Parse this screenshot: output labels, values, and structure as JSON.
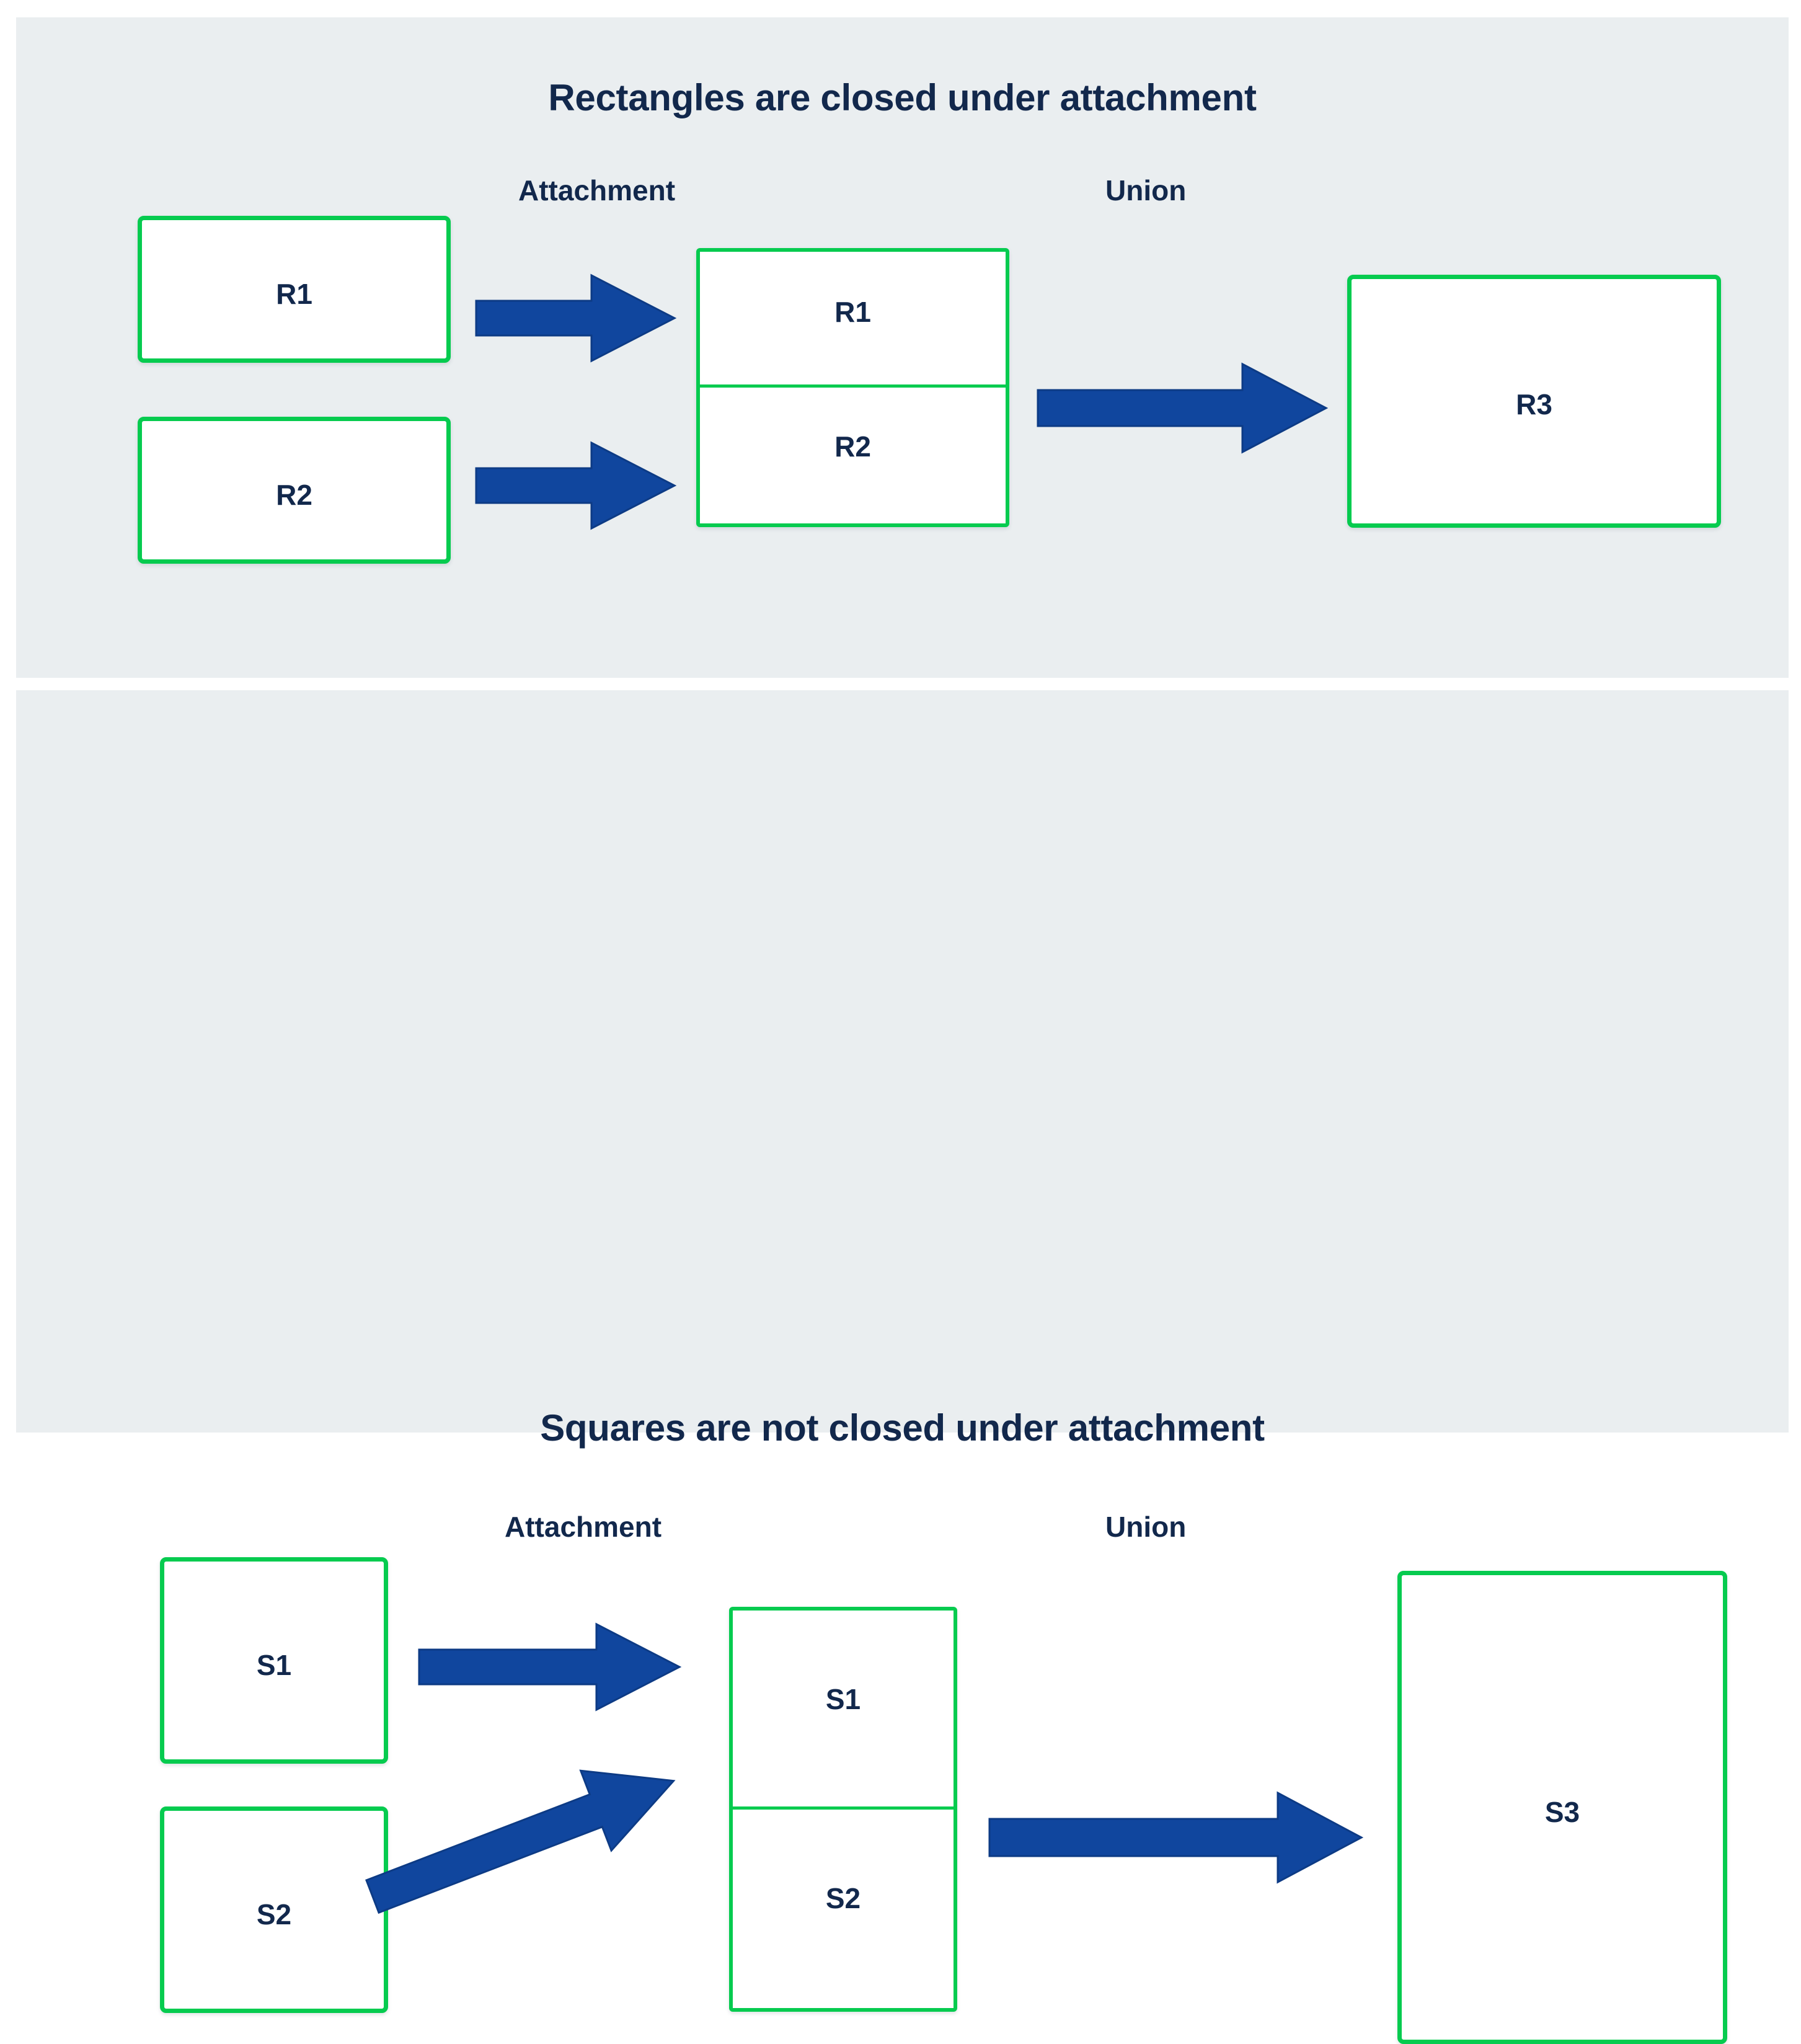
{
  "colors": {
    "panel_background": "#eaeef0",
    "page_background": "#ffffff",
    "shape_border_green": "#06cb4f",
    "shape_fill": "#ffffff",
    "arrow_blue": "#10469e",
    "text_navy": "#12284c"
  },
  "panels": [
    {
      "id": "rectangles",
      "title": "Rectangles are closed under attachment",
      "operations": {
        "attachment_label": "Attachment",
        "union_label": "Union"
      },
      "inputs": [
        {
          "label": "R1"
        },
        {
          "label": "R2"
        }
      ],
      "attached": {
        "upper_label": "R1",
        "lower_label": "R2"
      },
      "result": {
        "label": "R3"
      }
    },
    {
      "id": "squares",
      "title": "Squares are not closed under attachment",
      "operations": {
        "attachment_label": "Attachment",
        "union_label": "Union"
      },
      "inputs": [
        {
          "label": "S1"
        },
        {
          "label": "S2"
        }
      ],
      "attached": {
        "upper_label": "S1",
        "lower_label": "S2"
      },
      "result": {
        "label": "S3"
      }
    }
  ],
  "icons": {
    "arrow_right": "right-arrow-icon",
    "arrow_right_tilted": "right-arrow-tilted-icon"
  }
}
